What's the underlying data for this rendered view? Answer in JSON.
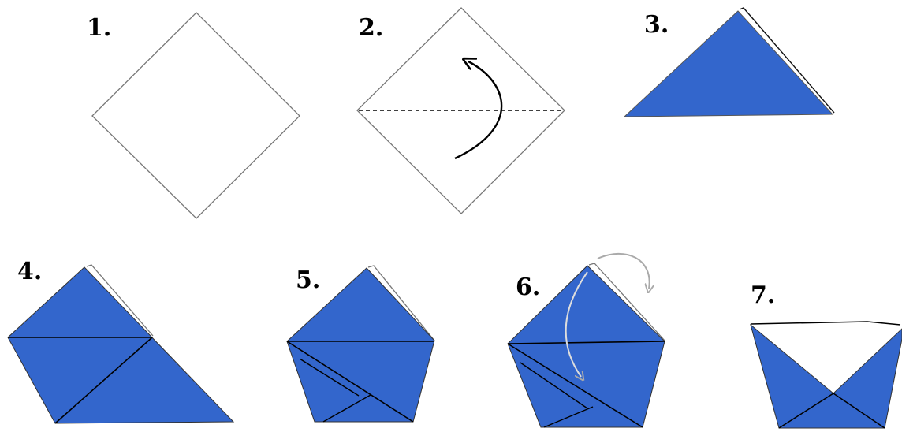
{
  "colors": {
    "paper_front": "#ffffff",
    "paper_back": "#3366cc",
    "outline": "#777777",
    "crease": "#000000",
    "arrow_dark": "#000000",
    "arrow_light": "#aaaaaa"
  },
  "steps": [
    {
      "label": "1.",
      "state": "unfolded-square"
    },
    {
      "label": "2.",
      "state": "fold-in-half-upward",
      "arrow": "curved-arrow-icon"
    },
    {
      "label": "3.",
      "state": "folded-triangle"
    },
    {
      "label": "4.",
      "state": "right-corner-folded-over"
    },
    {
      "label": "5.",
      "state": "left-corner-folded-over"
    },
    {
      "label": "6.",
      "state": "fold-front-flap-down",
      "arrow": "curved-arrow-icon"
    },
    {
      "label": "7.",
      "state": "finished-cup"
    }
  ]
}
